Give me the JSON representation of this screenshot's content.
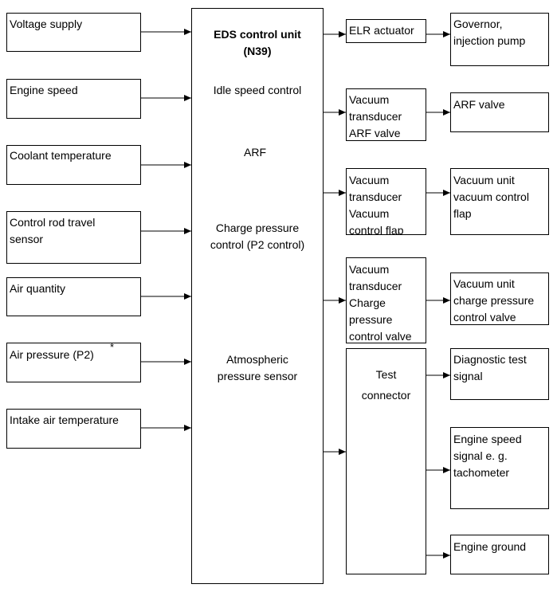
{
  "inputs": {
    "voltage_supply": "Voltage supply",
    "engine_speed": "Engine speed",
    "coolant_temperature": "Coolant temperature",
    "control_rod_travel": "Control rod travel\nsensor",
    "air_quantity": "Air quantity",
    "air_pressure": "Air pressure (P2)",
    "air_pressure_marker": "*",
    "intake_air_temperature": "Intake air temperature"
  },
  "control_unit": {
    "title": "EDS control unit\n(N39)",
    "functions": {
      "idle_speed": "Idle speed control",
      "arf": "ARF",
      "charge_pressure": "Charge pressure\ncontrol (P2 control)",
      "atmospheric": "Atmospheric\npressure sensor"
    }
  },
  "intermediates": {
    "elr_actuator": "ELR actuator",
    "vacuum_arf": "Vacuum\ntransducer\nARF valve",
    "vacuum_flap": "Vacuum\ntransducer\nVacuum\ncontrol flap",
    "vacuum_charge": "Vacuum\ntransducer\nCharge\npressure\ncontrol valve",
    "test_connector": "Test\nconnector"
  },
  "outputs": {
    "governor": "Governor,\ninjection pump",
    "arf_valve": "ARF valve",
    "vacuum_unit_flap": "Vacuum unit\nvacuum control\nflap",
    "vacuum_unit_charge": "Vacuum unit\ncharge pressure\ncontrol valve",
    "diagnostic": "Diagnostic test\nsignal",
    "engine_speed_signal": "Engine speed\nsignal e. g.\ntachometer",
    "engine_ground": "Engine ground"
  }
}
